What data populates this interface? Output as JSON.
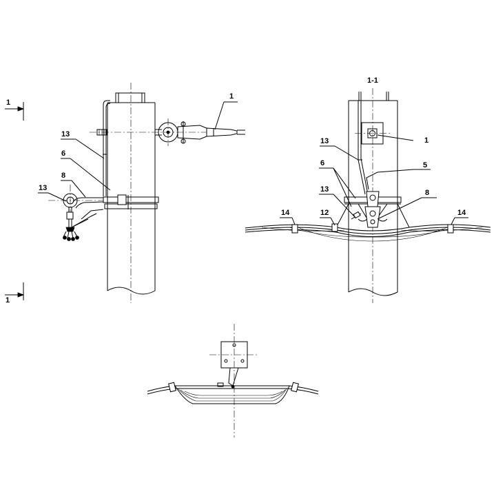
{
  "drawing": {
    "section_title": "1-1",
    "section_markers": {
      "top": "1",
      "bottom": "1"
    },
    "left_view_labels": {
      "clamp": "1",
      "wire_tie": "13",
      "insulator_link": "6",
      "bracket": "8",
      "wire_tie_lower": "13"
    },
    "right_view_labels": {
      "clamp": "1",
      "wire_tie": "13",
      "down_wire": "5",
      "insulator_link": "6",
      "wire_tie_lower": "13",
      "bracket": "8",
      "connector": "12",
      "cable_tie_left": "14",
      "cable_tie_right": "14"
    }
  }
}
